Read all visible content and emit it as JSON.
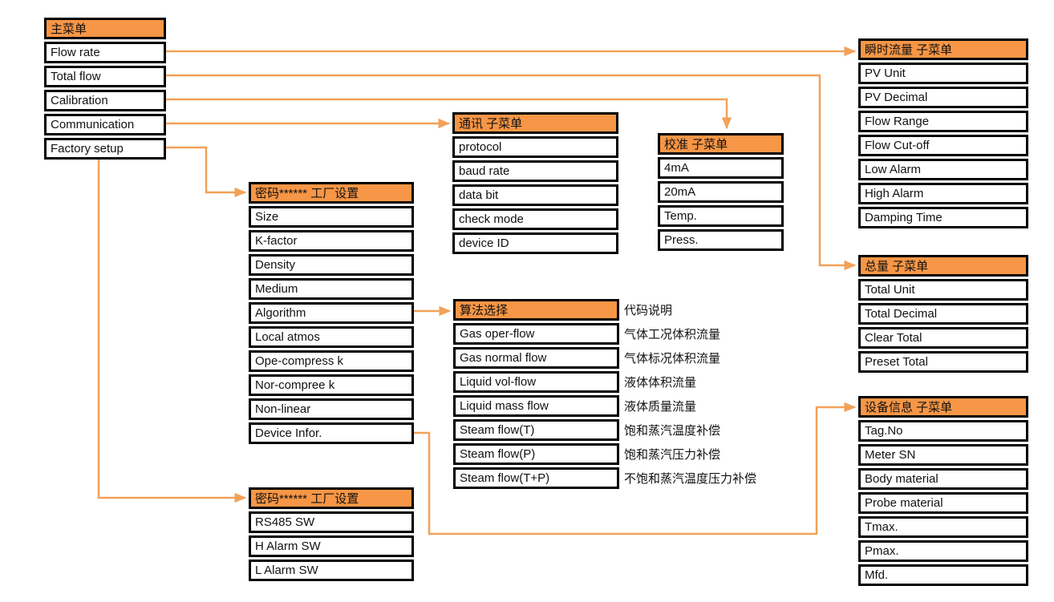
{
  "colors": {
    "header_bg": "#F79646",
    "connector": "#F2A159",
    "border": "#000000"
  },
  "boxes": {
    "main_menu": {
      "title": "主菜单",
      "items": [
        "Flow rate",
        "Total flow",
        "Calibration",
        "Communication",
        "Factory setup"
      ]
    },
    "factory_setup": {
      "title": "密码****** 工厂设置",
      "items": [
        "Size",
        "K-factor",
        "Density",
        "Medium",
        "Algorithm",
        "Local atmos",
        "Ope-compress k",
        "Nor-compree k",
        "Non-linear",
        "Device Infor."
      ]
    },
    "factory_setup_2": {
      "title": "密码****** 工厂设置",
      "items": [
        "RS485 SW",
        "H Alarm SW",
        "L Alarm SW"
      ]
    },
    "communication": {
      "title": "通讯 子菜单",
      "items": [
        "protocol",
        "baud rate",
        "data bit",
        "check mode",
        "device ID"
      ]
    },
    "calibration": {
      "title": "校准 子菜单",
      "items": [
        "4mA",
        "20mA",
        "Temp.",
        "Press."
      ]
    },
    "algorithm": {
      "title": "算法选择",
      "items": [
        "Gas oper-flow",
        "Gas normal flow",
        "Liquid vol-flow",
        "Liquid mass flow",
        "Steam flow(T)",
        "Steam flow(P)",
        "Steam flow(T+P)"
      ]
    },
    "instant_flow": {
      "title": "瞬时流量 子菜单",
      "items": [
        "PV Unit",
        "PV Decimal",
        "Flow Range",
        "Flow Cut-off",
        "Low Alarm",
        "High Alarm",
        "Damping Time"
      ]
    },
    "total": {
      "title": "总量 子菜单",
      "items": [
        "Total Unit",
        "Total Decimal",
        "Clear Total",
        "Preset Total"
      ]
    },
    "device_info": {
      "title": "设备信息 子菜单",
      "items": [
        "Tag.No",
        "Meter SN",
        "Body material",
        "Probe material",
        "Tmax.",
        "Pmax.",
        "Mfd."
      ]
    }
  },
  "descriptions": {
    "title": "代码说明",
    "items": [
      "气体工况体积流量",
      "气体标况体积流量",
      "液体体积流量",
      "液体质量流量",
      "饱和蒸汽温度补偿",
      "饱和蒸汽压力补偿",
      "不饱和蒸汽温度压力补偿"
    ]
  }
}
